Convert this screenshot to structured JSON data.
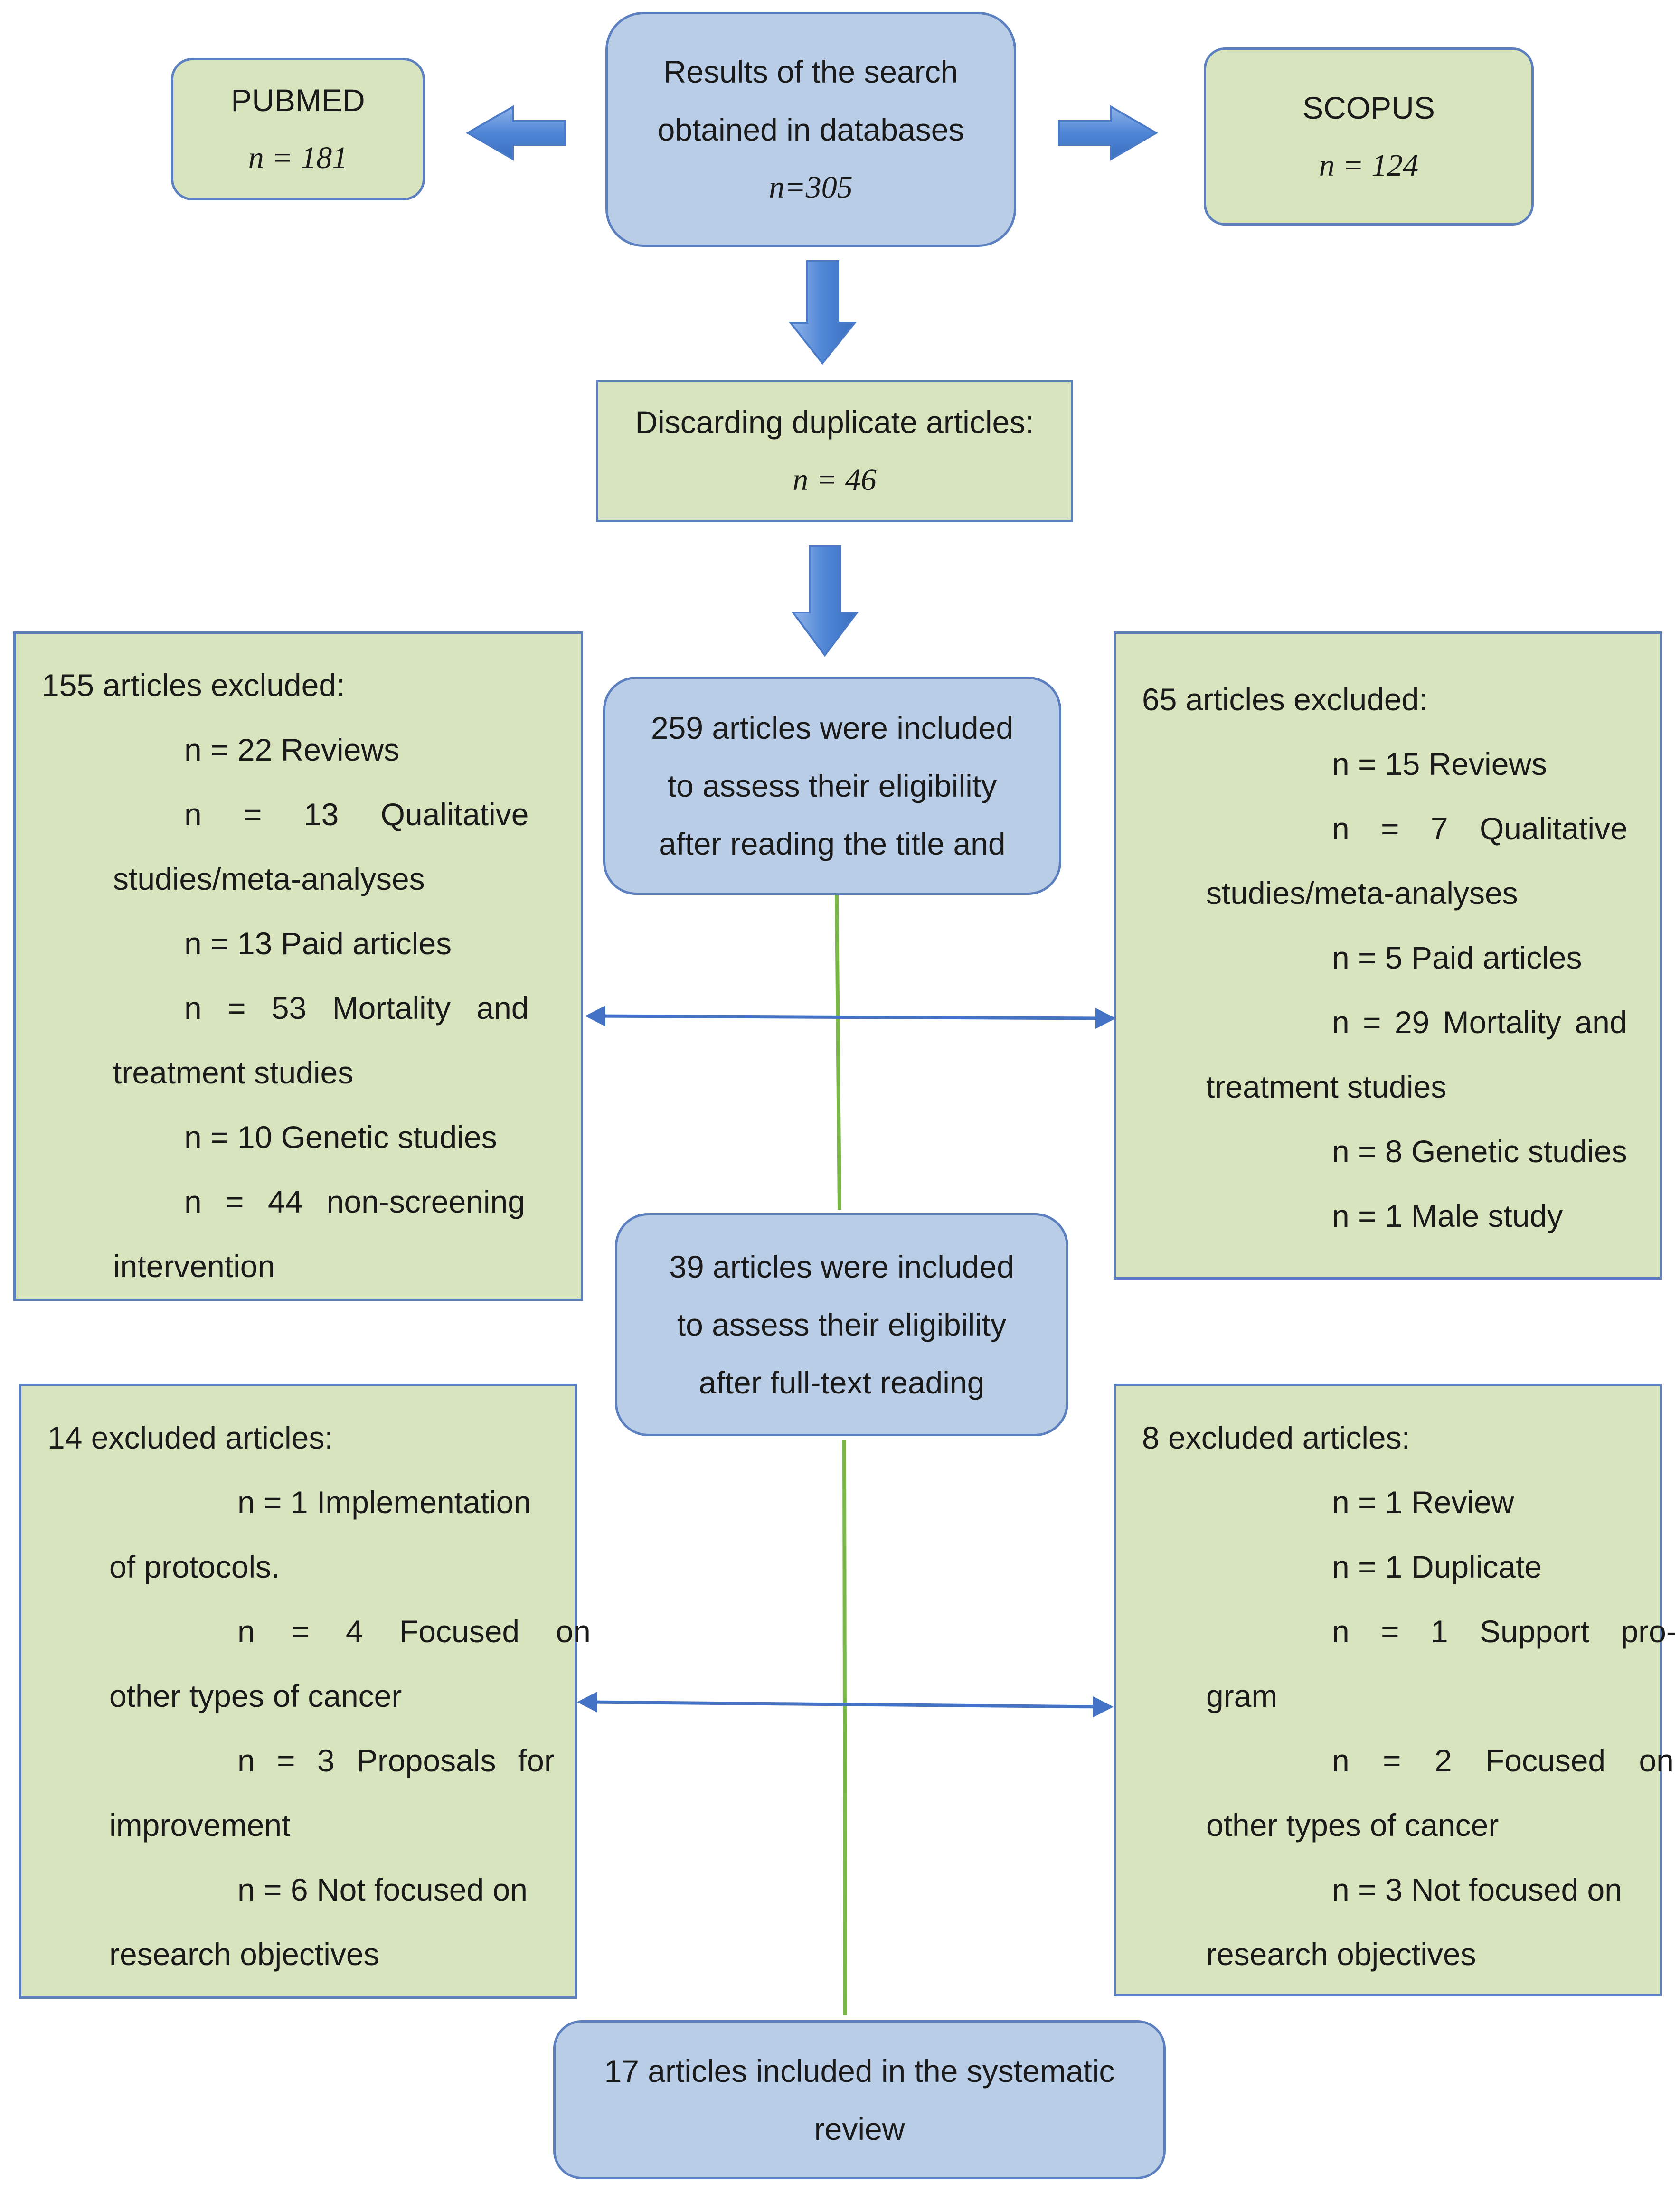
{
  "search": {
    "line1": "Results of the search",
    "line2": "obtained in databases",
    "count": "n=305"
  },
  "pubmed": {
    "name": "PUBMED",
    "count": "n = 181"
  },
  "scopus": {
    "name": "SCOPUS",
    "count": "n = 124"
  },
  "duplicates": {
    "label": "Discarding duplicate articles:",
    "count": "n = 46"
  },
  "stage1_included": {
    "line1": "259 articles were included",
    "line2": "to assess their eligibility",
    "line3": "after reading the title and"
  },
  "stage1_left": {
    "heading": "155 articles excluded:",
    "items": [
      {
        "first": "n = 22 Reviews",
        "rest": ""
      },
      {
        "first": "n = 13 Qualitative",
        "rest": "studies/meta-analyses"
      },
      {
        "first": "n = 13 Paid articles",
        "rest": ""
      },
      {
        "first": "n = 53 Mortality and",
        "rest": "treatment studies"
      },
      {
        "first": "n = 10 Genetic studies",
        "rest": ""
      },
      {
        "first": "n = 44 non-screening",
        "rest": "intervention"
      }
    ]
  },
  "stage1_right": {
    "heading": "65 articles excluded:",
    "items": [
      {
        "first": "n = 15 Reviews",
        "rest": ""
      },
      {
        "first": "n = 7 Qualitative",
        "rest": "studies/meta-analyses"
      },
      {
        "first": "n = 5 Paid articles",
        "rest": ""
      },
      {
        "first": "n = 29 Mortality and",
        "rest": "treatment studies"
      },
      {
        "first": "n = 8 Genetic studies",
        "rest": ""
      },
      {
        "first": "n = 1 Male study",
        "rest": ""
      }
    ]
  },
  "stage2_included": {
    "line1": "39 articles were included",
    "line2": "to assess their eligibility",
    "line3": "after full-text reading"
  },
  "stage2_left": {
    "heading": "14 excluded articles:",
    "items": [
      {
        "first": "n = 1 Implementation",
        "rest": "of protocols."
      },
      {
        "first": "n = 4 Focused on",
        "rest": "other types of cancer"
      },
      {
        "first": "n = 3 Proposals for",
        "rest": "improvement"
      },
      {
        "first": "n = 6 Not focused on",
        "rest": "research objectives"
      }
    ]
  },
  "stage2_right": {
    "heading": "8 excluded articles:",
    "items": [
      {
        "first": "n = 1 Review",
        "rest": ""
      },
      {
        "first": "n = 1 Duplicate",
        "rest": ""
      },
      {
        "first": "n = 1 Support pro-",
        "rest": "gram"
      },
      {
        "first": "n = 2 Focused on",
        "rest": "other types of cancer"
      },
      {
        "first": "n = 3 Not focused on",
        "rest": "research objectives"
      }
    ]
  },
  "final": {
    "line1": "17 articles included in the systematic",
    "line2": "review"
  },
  "colors": {
    "green_fill": "#d7e4bd",
    "blue_fill": "#b9cde6",
    "border": "#5b7fbf",
    "arrow": "#4472c4",
    "connector": "#7ab648"
  }
}
